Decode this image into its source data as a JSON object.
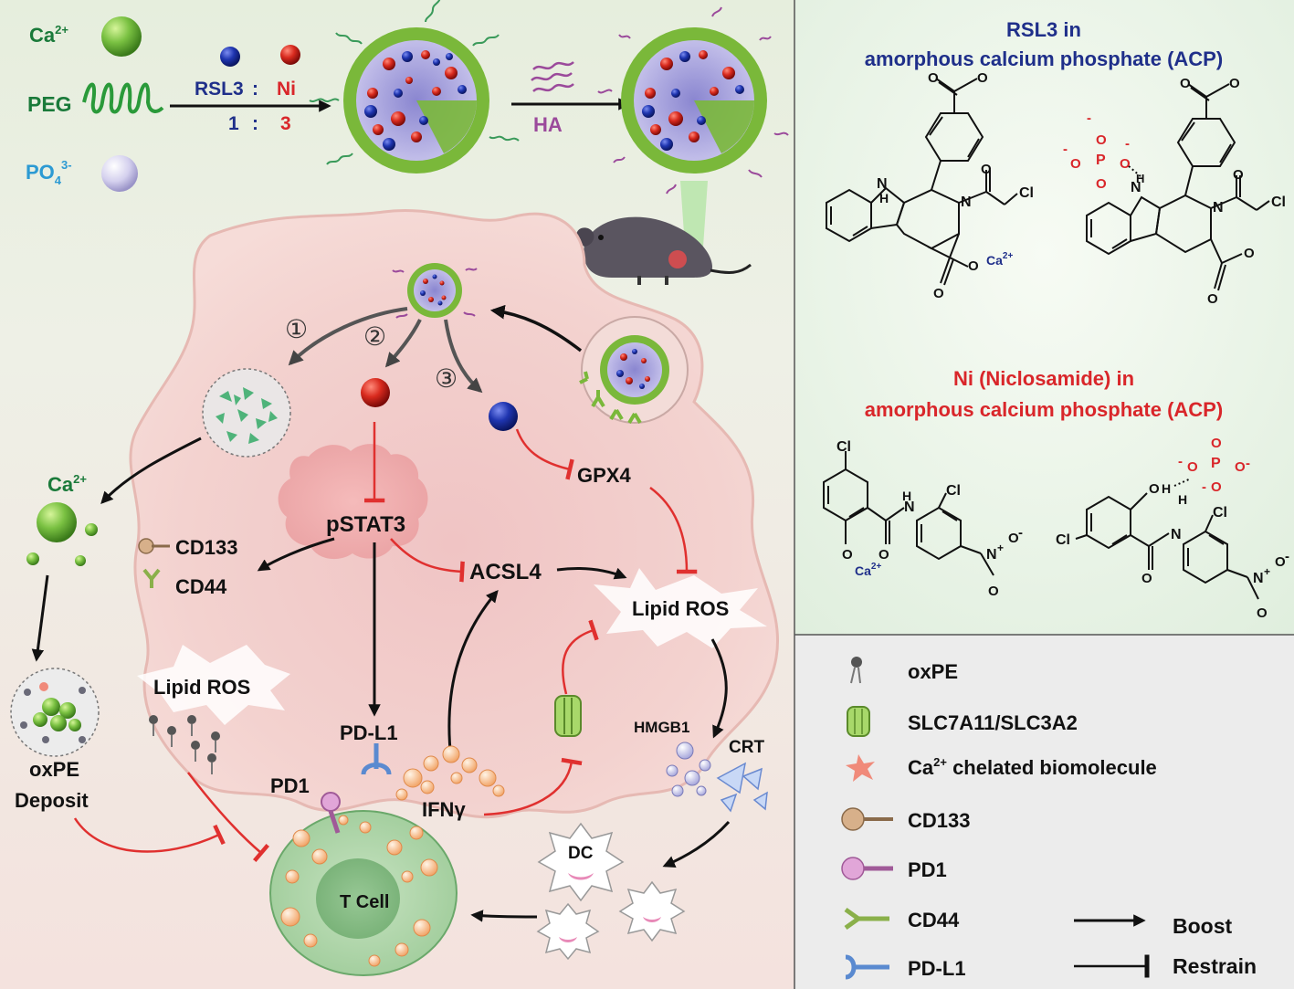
{
  "synthesis": {
    "ca_label": "Ca",
    "ca_sup": "2+",
    "peg_label": "PEG",
    "po4_label": "PO",
    "po4_sub": "4",
    "po4_sup": "3-",
    "rsl3_label": "RSL3",
    "ni_label": "Ni",
    "colon": ":",
    "ratio_left": "1",
    "ratio_right": "3",
    "ha_label": "HA"
  },
  "pathway": {
    "step_1": "①",
    "step_2": "②",
    "step_3": "③",
    "ca_release": "Ca",
    "ca_release_sup": "2+",
    "cd133": "CD133",
    "cd44": "CD44",
    "pstat3": "pSTAT3",
    "acsl4": "ACSL4",
    "gpx4": "GPX4",
    "lipid_ros_right": "Lipid ROS",
    "lipid_ros_left": "Lipid ROS",
    "pdl1": "PD-L1",
    "pd1": "PD1",
    "ifng": "IFNγ",
    "hmgb1": "HMGB1",
    "crt": "CRT",
    "dc": "DC",
    "t_cell": "T Cell",
    "oxpe_line1": "oxPE",
    "oxpe_line2": "Deposit"
  },
  "structures": {
    "rsl3_title_line1": "RSL3 in",
    "rsl3_title_line2": "amorphous calcium phosphate (ACP)",
    "ni_title_line1": "Ni (Niclosamide) in",
    "ni_title_line2": "amorphous calcium phosphate (ACP)",
    "atom_n": "N",
    "atom_h": "H",
    "atom_cl": "Cl",
    "atom_o": "O",
    "atom_p": "P",
    "ca_chelate": "Ca",
    "ca_chelate_sup": "2+",
    "charge_minus": "-",
    "charge_plus": "+"
  },
  "legend": {
    "items": [
      {
        "icon": "oxpe-lipid-icon",
        "label": "oxPE"
      },
      {
        "icon": "transporter-icon",
        "label": "SLC7A11/SLC3A2"
      },
      {
        "icon": "chelate-star-icon",
        "label": " chelated biomolecule",
        "prefix": "Ca",
        "prefix_sup": "2+"
      },
      {
        "icon": "cd133-receptor-icon",
        "label": "CD133"
      },
      {
        "icon": "pd1-receptor-icon",
        "label": "PD1"
      },
      {
        "icon": "cd44-receptor-icon",
        "label": "CD44"
      },
      {
        "icon": "pdl1-receptor-icon",
        "label": "PD-L1"
      }
    ],
    "boost": "Boost",
    "restrain": "Restrain"
  },
  "colors": {
    "navy": "#1f2f8a",
    "red": "#d9262a",
    "dark_green": "#1a7a3a",
    "cyan": "#2c9ad3",
    "ha_purple": "#9b4a9b",
    "inhibit": "#e0302f"
  }
}
